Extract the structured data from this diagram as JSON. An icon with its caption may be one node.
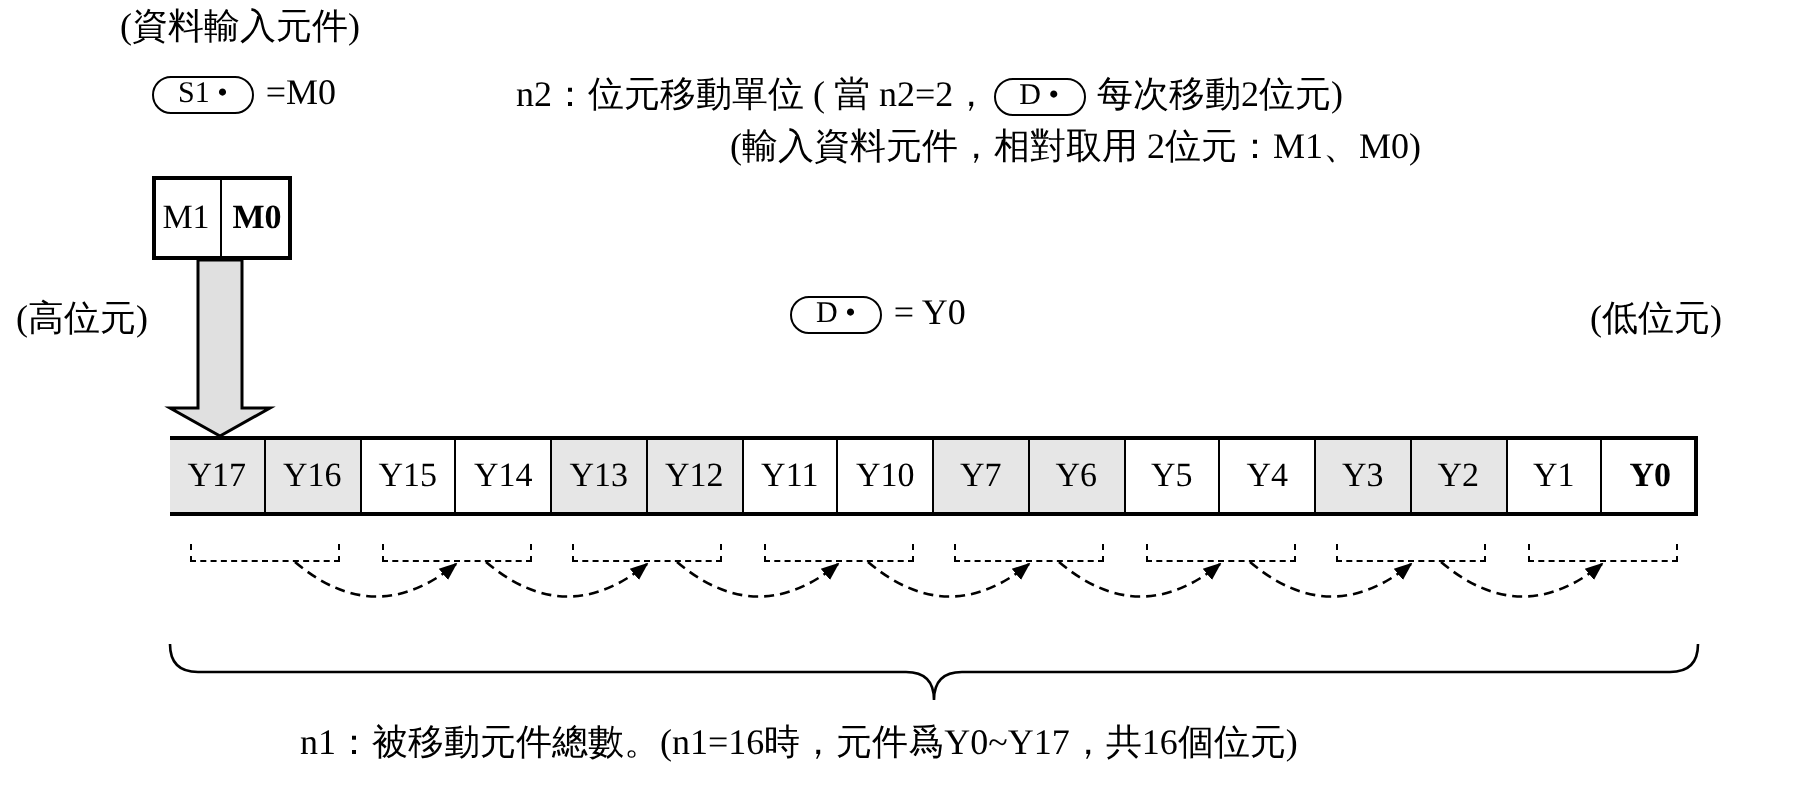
{
  "diagram": {
    "nodes": [
      {
        "text": [
          "S1 •"
        ],
        "beside": [
          "=M0"
        ]
      },
      {
        "text": [
          "D •"
        ],
        "beside": [
          "n2：位元移動單位 ( 當 n2=2，",
          "每次移動2位元)"
        ]
      },
      {
        "text": [],
        "shape": "box"
      },
      {
        "text": [
          "M1"
        ],
        "in": 2
      },
      {
        "text": [
          "M0"
        ],
        "in": 2
      },
      {
        "text": [
          "D •"
        ],
        "beside": [
          "= Y0"
        ]
      },
      {
        "text": [],
        "shape": "box"
      },
      {
        "text": [
          "Y17"
        ],
        "in": 6
      },
      {
        "text": [
          "Y16"
        ],
        "in": 6
      },
      {
        "text": [
          "Y15"
        ],
        "in": 6
      },
      {
        "text": [
          "Y14"
        ],
        "in": 6
      },
      {
        "text": [
          "Y13"
        ],
        "in": 6
      },
      {
        "text": [
          "Y12"
        ],
        "in": 6
      },
      {
        "text": [
          "Y11"
        ],
        "in": 6
      },
      {
        "text": [
          "Y10"
        ],
        "in": 6
      },
      {
        "text": [
          "Y7"
        ],
        "in": 6
      },
      {
        "text": [
          "Y6"
        ],
        "in": 6
      },
      {
        "text": [
          "Y5"
        ],
        "in": 6
      },
      {
        "text": [
          "Y4"
        ],
        "in": 6
      },
      {
        "text": [
          "Y3"
        ],
        "in": 6
      },
      {
        "text": [
          "Y2"
        ],
        "in": 6
      },
      {
        "text": [
          "Y1"
        ],
        "in": 6
      },
      {
        "text": [
          "Y0"
        ],
        "in": 6
      },
      {
        "text": [],
        "shape": "bracket"
      },
      {
        "text": [],
        "shape": "bracket"
      },
      {
        "text": [],
        "shape": "bracket"
      },
      {
        "text": [],
        "shape": "bracket"
      },
      {
        "text": [],
        "shape": "bracket"
      },
      {
        "text": [],
        "shape": "bracket"
      },
      {
        "text": [],
        "shape": "bracket"
      },
      {
        "text": [],
        "shape": "bracket"
      }
    ],
    "edges": [
      {
        "from": 2,
        "to": 6,
        "arrow": "to",
        "style": "thick"
      },
      {
        "from": 23,
        "to": 24,
        "arrow": "to",
        "style": "dashed"
      },
      {
        "from": 24,
        "to": 25,
        "arrow": "to",
        "style": "dashed"
      },
      {
        "from": 25,
        "to": 26,
        "arrow": "to",
        "style": "dashed"
      },
      {
        "from": 26,
        "to": 27,
        "arrow": "to",
        "style": "dashed"
      },
      {
        "from": 27,
        "to": 28,
        "arrow": "to",
        "style": "dashed"
      },
      {
        "from": 28,
        "to": 29,
        "arrow": "to",
        "style": "dashed"
      },
      {
        "from": 29,
        "to": 30,
        "arrow": "to",
        "style": "dashed"
      }
    ],
    "labels": [
      "(資料輸入元件)",
      "(輸入資料元件，相對取用 2位元：M1、M0)",
      "(高位元)",
      "(低位元)",
      "n1：被移動元件總數。(n1=16時，元件爲Y0~Y17，共16個位元)"
    ]
  }
}
